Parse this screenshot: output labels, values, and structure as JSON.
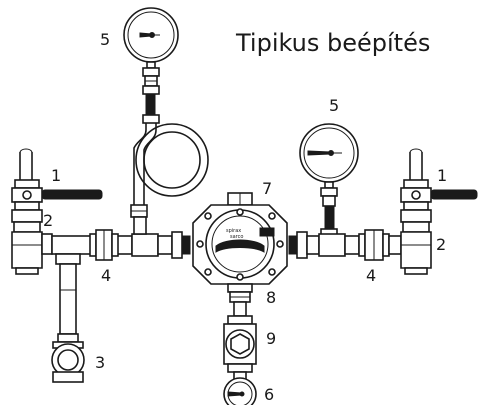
{
  "title": "Tipikus beépítés",
  "callouts": {
    "gauge_top": "5",
    "gauge_right": "5",
    "valve_left": "1",
    "valve_right": "1",
    "fitting_left": "2",
    "fitting_right": "2",
    "strainer_left": "3",
    "union_left": "4",
    "union_right": "4",
    "trap_body": "7",
    "trap_outlet": "8",
    "sight_glass": "9",
    "gauge_bottom": "6"
  },
  "trap_label": {
    "line1": "spirax",
    "line2": "sarco"
  },
  "colors": {
    "line": "#1a1a1a",
    "fill": "#ffffff",
    "handle": "#1a1a1a"
  },
  "icons": [
    "pressure-gauge-icon",
    "ball-valve-icon",
    "steam-trap-icon",
    "sight-glass-icon",
    "strainer-icon",
    "pigtail-siphon-icon"
  ]
}
